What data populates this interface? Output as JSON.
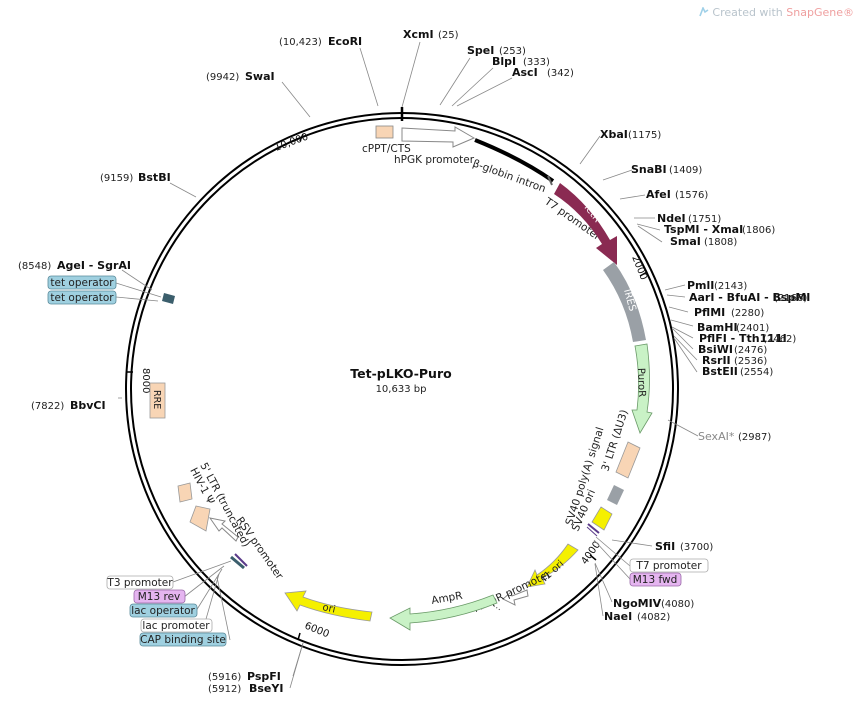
{
  "credit": {
    "prefix": "Created with ",
    "brand": "SnapGene",
    "mark": "®"
  },
  "plasmid": {
    "name": "Tet-pLKO-Puro",
    "size": "10,633 bp"
  },
  "ticks": [
    "10,000",
    "2000",
    "4000",
    "6000",
    "8000"
  ],
  "enzymes": {
    "xcmI": "XcmI",
    "xcmI_pos": "(25)",
    "speI": "SpeI",
    "speI_pos": "(253)",
    "blpI": "BlpI",
    "blpI_pos": "(333)",
    "ascI": "AscI",
    "ascI_pos": "(342)",
    "ecoRI": "EcoRI",
    "ecoRI_pos": "(10,423)",
    "swaI": "SwaI",
    "swaI_pos": "(9942)",
    "bstBI": "BstBI",
    "bstBI_pos": "(9159)",
    "ageI": "AgeI - SgrAI",
    "ageI_pos": "(8548)",
    "bbvCI": "BbvCI",
    "bbvCI_pos": "(7822)",
    "xbaI": "XbaI",
    "xbaI_pos": "(1175)",
    "snaBI": "SnaBI",
    "snaBI_pos": "(1409)",
    "afeI": "AfeI",
    "afeI_pos": "(1576)",
    "ndeI": "NdeI",
    "ndeI_pos": "(1751)",
    "tspMI": "TspMI - XmaI",
    "tspMI_pos": "(1806)",
    "smaI": "SmaI",
    "smaI_pos": "(1808)",
    "pmlI": "PmlI",
    "pmlI_pos": "(2143)",
    "aarI": "AarI - BfuAI - BspMI",
    "aarI_pos": "(2166)",
    "pflMI": "PflMI",
    "pflMI_pos": "(2280)",
    "bamHI": "BamHI",
    "bamHI_pos": "(2401)",
    "pflFI": "PflFI - Tth111I",
    "pflFI_pos": "(2462)",
    "bsiWI": "BsiWI",
    "bsiWI_pos": "(2476)",
    "rsrII": "RsrII",
    "rsrII_pos": "(2536)",
    "bstEII": "BstEII",
    "bstEII_pos": "(2554)",
    "sexAI": "SexAI*",
    "sexAI_pos": "(2987)",
    "sfiI": "SfiI",
    "sfiI_pos": "(3700)",
    "ngoMIV": "NgoMIV",
    "ngoMIV_pos": "(4080)",
    "naeI": "NaeI",
    "naeI_pos": "(4082)",
    "pspFI": "PspFI",
    "pspFI_pos": "(5916)",
    "bseYI": "BseYI",
    "bseYI_pos": "(5912)"
  },
  "features": {
    "cppt": "cPPT/CTS",
    "hpgk": "hPGK promoter",
    "bglobin": "β-globin intron",
    "t7prom_a": "T7 promoter",
    "tetr": "TetR",
    "ires": "IRES",
    "puror": "PuroR",
    "ltr3": "3' LTR (ΔU3)",
    "sv40polyA": "SV40 poly(A) signal",
    "sv40ori": "SV40 ori",
    "f1ori": "f1 ori",
    "amprprom": "AmpR promoter",
    "ampr": "AmpR",
    "ori": "ori",
    "rsv": "RSV promoter",
    "ltr5": "5' LTR (truncated)",
    "hiv": "HIV-1 Ψ",
    "rre": "RRE"
  },
  "boxes": {
    "tetop1": "tet operator",
    "tetop2": "tet operator",
    "t7prom": "T7 promoter",
    "m13fwd": "M13 fwd",
    "t3prom": "T3 promoter",
    "m13rev": "M13 rev",
    "lacop": "lac operator",
    "lacprom": "lac promoter",
    "cap": "CAP binding site"
  },
  "colors": {
    "tetr": "#8a2a52",
    "ires": "#9aa0a6",
    "puror": "#c9f2c6",
    "ampr": "#c9f2c6",
    "ori": "#f5f000",
    "f1ori": "#f5f000",
    "sv40ori": "#f5f000",
    "ltr": "#f8d5b5",
    "polyA": "#9aa0a6",
    "tetop": "#3b5e6c",
    "box_blue": "#9fd0e0",
    "box_pink": "#e5b5f0"
  }
}
